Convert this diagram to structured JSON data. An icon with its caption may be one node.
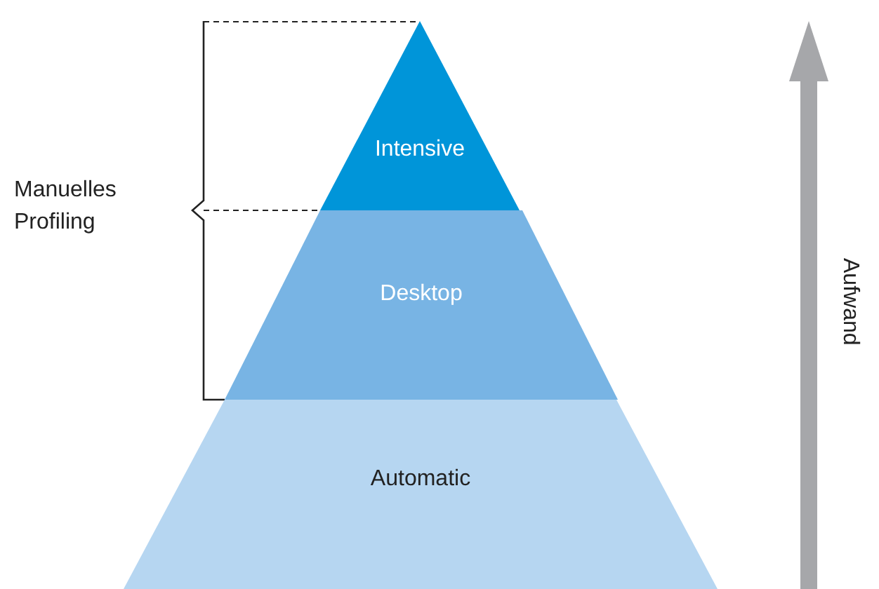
{
  "diagram": {
    "nodes": [
      {
        "text": [
          "Intensive"
        ]
      },
      {
        "text": [
          "Desktop"
        ]
      },
      {
        "text": [
          "Automatic"
        ]
      }
    ],
    "labels": [
      "Manuelles Profiling",
      "Aufwand"
    ]
  }
}
